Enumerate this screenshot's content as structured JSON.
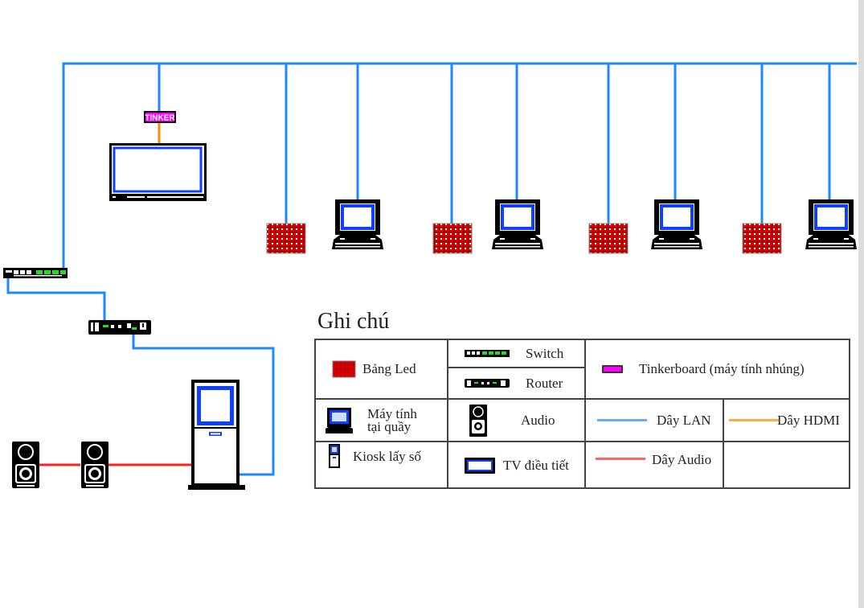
{
  "colors": {
    "lan": "#1e88ff",
    "hdmi": "#ff8c00",
    "audio": "#ff2020",
    "led": "#e00000",
    "tinker": "#ff00ff",
    "switch_port": "#22dd22",
    "screen_blue": "#1040ff"
  },
  "diagram": {
    "tinkerboard_label": "TINKER",
    "devices": [
      {
        "type": "tv",
        "name": "TV điều tiết"
      },
      {
        "type": "tinkerboard",
        "name": "Tinkerboard"
      },
      {
        "type": "led",
        "name": "Bảng Led 1"
      },
      {
        "type": "computer",
        "name": "Máy tính tại quầy 1"
      },
      {
        "type": "led",
        "name": "Bảng Led 2"
      },
      {
        "type": "computer",
        "name": "Máy tính tại quầy 2"
      },
      {
        "type": "led",
        "name": "Bảng Led 3"
      },
      {
        "type": "computer",
        "name": "Máy tính tại quầy 3"
      },
      {
        "type": "led",
        "name": "Bảng Led 4"
      },
      {
        "type": "computer",
        "name": "Máy tính tại quầy 4"
      },
      {
        "type": "switch",
        "name": "Switch"
      },
      {
        "type": "router",
        "name": "Router"
      },
      {
        "type": "kiosk",
        "name": "Kiosk lấy số"
      },
      {
        "type": "audio",
        "name": "Audio 1"
      },
      {
        "type": "audio",
        "name": "Audio 2"
      }
    ]
  },
  "legend": {
    "title": "Ghi chú",
    "items": {
      "led": "Bảng Led",
      "switch": "Switch",
      "router": "Router",
      "tinker": "Tinkerboard (máy tính nhúng)",
      "computer_line1": "Máy tính",
      "computer_line2": "tại quầy",
      "audio": "Audio",
      "lan": "Dây LAN",
      "hdmi": "Dây HDMI",
      "kiosk": "Kiosk lấy số",
      "tv": "TV điều tiết",
      "audio_cable": "Dây Audio"
    }
  }
}
